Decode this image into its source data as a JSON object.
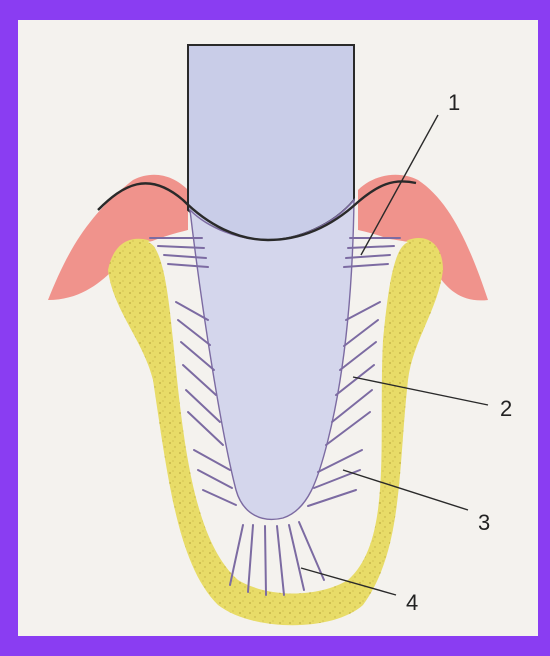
{
  "labels": {
    "one": "1",
    "two": "2",
    "three": "3",
    "four": "4"
  },
  "colors": {
    "frame": "#8a3df2",
    "paper": "#f4f2ee",
    "tooth_crown": "#c9cde8",
    "tooth_root": "#d4d6ec",
    "gum": "#ef8d86",
    "bone": "#e8dc68",
    "bone_dot": "#b7a43a",
    "fiber": "#7c6ba2",
    "outline": "#2a2a2a"
  }
}
